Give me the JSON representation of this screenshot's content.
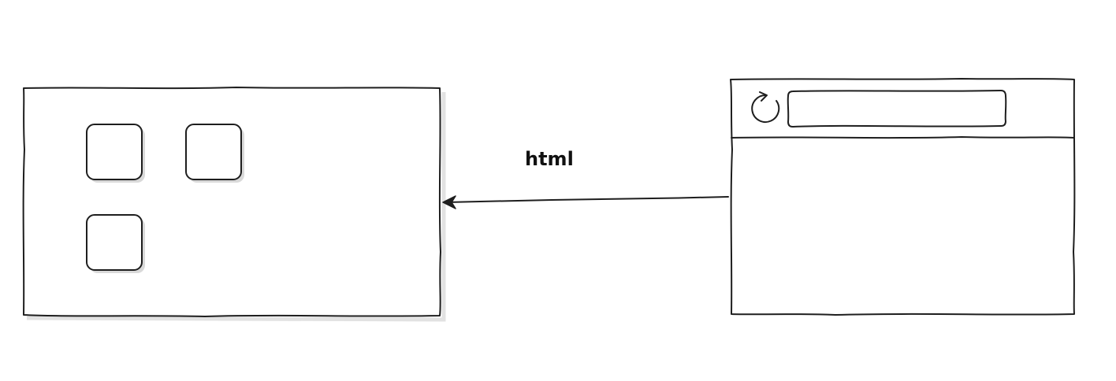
{
  "diagram": {
    "nodes": [
      {
        "id": "app-window",
        "shape": "window-with-tiles",
        "tiles": 3,
        "icon": "app-grid-icon"
      },
      {
        "id": "browser-window",
        "shape": "browser-window",
        "icons": [
          "reload-icon"
        ]
      }
    ],
    "edges": [
      {
        "from": "browser-window",
        "to": "app-window",
        "label": "html",
        "arrowhead": "arrow-left-icon"
      }
    ],
    "colors": {
      "stroke": "#1e1e1e",
      "shadow": "#d9d9d9",
      "background": "#ffffff"
    }
  }
}
